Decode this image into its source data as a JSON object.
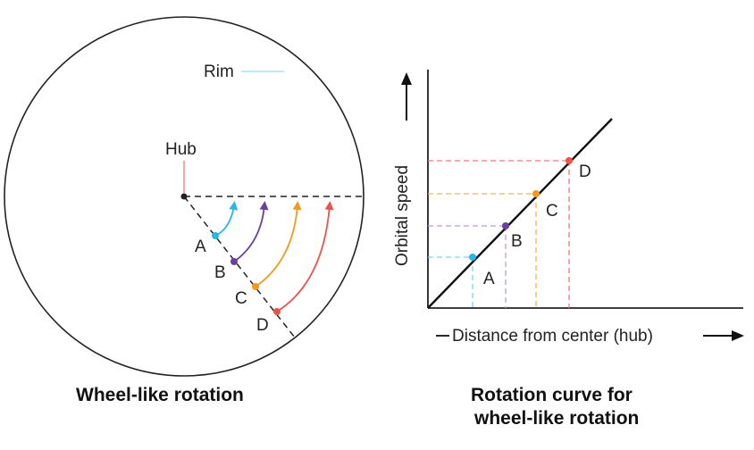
{
  "wheel": {
    "rim_label": "Rim",
    "hub_label": "Hub",
    "point_labels": [
      "A",
      "B",
      "C",
      "D"
    ],
    "caption": "Wheel-like rotation"
  },
  "rotation_curve": {
    "y_axis_label": "Orbital speed",
    "x_axis_label": "Distance from center (hub)",
    "point_labels": [
      "A",
      "B",
      "C",
      "D"
    ],
    "caption_line1": "Rotation curve for",
    "caption_line2": "wheel-like rotation"
  },
  "colors": {
    "A": "#29b5e8",
    "B": "#6b3fa0",
    "C": "#f39a1e",
    "D": "#f0524a",
    "guide_A": "#7fd3f0",
    "guide_B": "#b89be0",
    "guide_C": "#f7b24a",
    "guide_D": "#f07a7a",
    "line": "#111111"
  }
}
